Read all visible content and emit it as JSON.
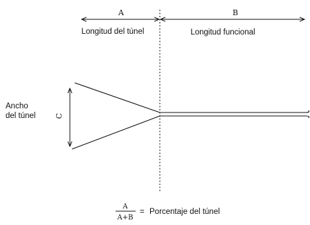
{
  "segments": {
    "a": {
      "letter": "A",
      "label": "Longitud del túnel"
    },
    "b": {
      "letter": "B",
      "label": "Longitud funcional"
    }
  },
  "width": {
    "letter": "C",
    "label_line1": "Ancho",
    "label_line2": "del túnel"
  },
  "formula": {
    "numerator": "A",
    "denominator": "A+B",
    "equals": "=",
    "result": "Porcentaje del túnel"
  },
  "colors": {
    "ink": "#111111",
    "guide": "#666666"
  }
}
